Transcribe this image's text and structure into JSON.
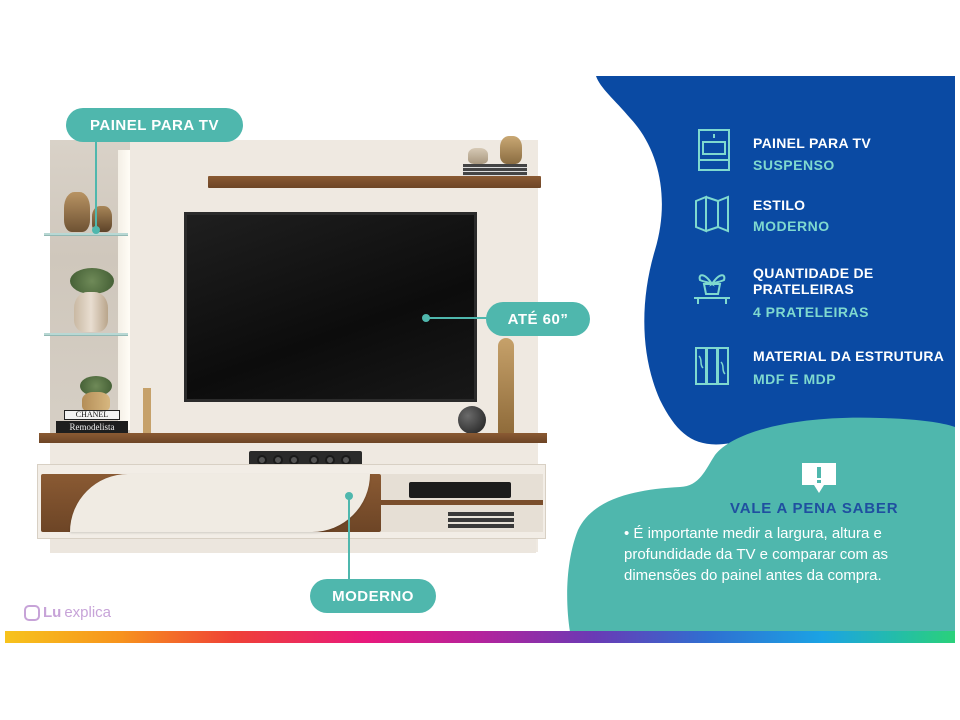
{
  "callouts": {
    "panel_label": "PAINEL PARA TV",
    "size_label": "ATÉ 60”",
    "style_label": "MODERNO"
  },
  "features": [
    {
      "icon": "tv-panel-icon",
      "title": "PAINEL PARA TV",
      "value": "SUSPENSO"
    },
    {
      "icon": "folding-screen-icon",
      "title": "ESTILO",
      "value": "MODERNO"
    },
    {
      "icon": "plant-shelf-icon",
      "title": "QUANTIDADE DE PRATELEIRAS",
      "value": "4 PRATELEIRAS"
    },
    {
      "icon": "wood-panel-icon",
      "title": "MATERIAL DA ESTRUTURA",
      "value": "MDF E MDP"
    }
  ],
  "info": {
    "icon": "alert-speech-icon",
    "title": "VALE A PENA SABER",
    "text": "• É importante medir a largura, altura e profundidade da TV e comparar com as dimensões do painel antes da compra."
  },
  "logo": {
    "lu": "Lu",
    "explica": "explica"
  },
  "decor": {
    "book_label_top": "CHANEL",
    "book_label_bottom": "Remodelista"
  },
  "colors": {
    "blue_panel": "#0a4aa3",
    "teal": "#4fb7ad",
    "teal_text": "#7fd9cf",
    "info_title": "#1f4fa0"
  }
}
